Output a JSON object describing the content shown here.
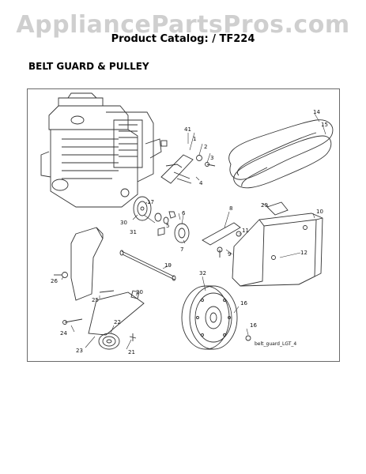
{
  "watermark": "AppliancePartsPros.com",
  "catalog_title": "Product Catalog: / TF224",
  "section_title": "BELT GUARD & PULLEY",
  "figure_id": "belt_guard_LGT_4",
  "callouts": {
    "c1": "1",
    "c2": "2",
    "c3": "3",
    "c4": "4",
    "c5": "5",
    "c6": "6",
    "c7": "7",
    "c8": "8",
    "c9": "9",
    "c10": "10",
    "c11": "11",
    "c12": "12",
    "c14": "14",
    "c15": "15",
    "c16a": "16",
    "c16b": "16",
    "c17": "17",
    "c19": "19",
    "c20": "20",
    "c21": "21",
    "c22": "22",
    "c23": "23",
    "c24": "24",
    "c25": "25",
    "c26": "26",
    "c29": "29",
    "c30": "30",
    "c31": "31",
    "c32": "32",
    "c41": "41"
  }
}
